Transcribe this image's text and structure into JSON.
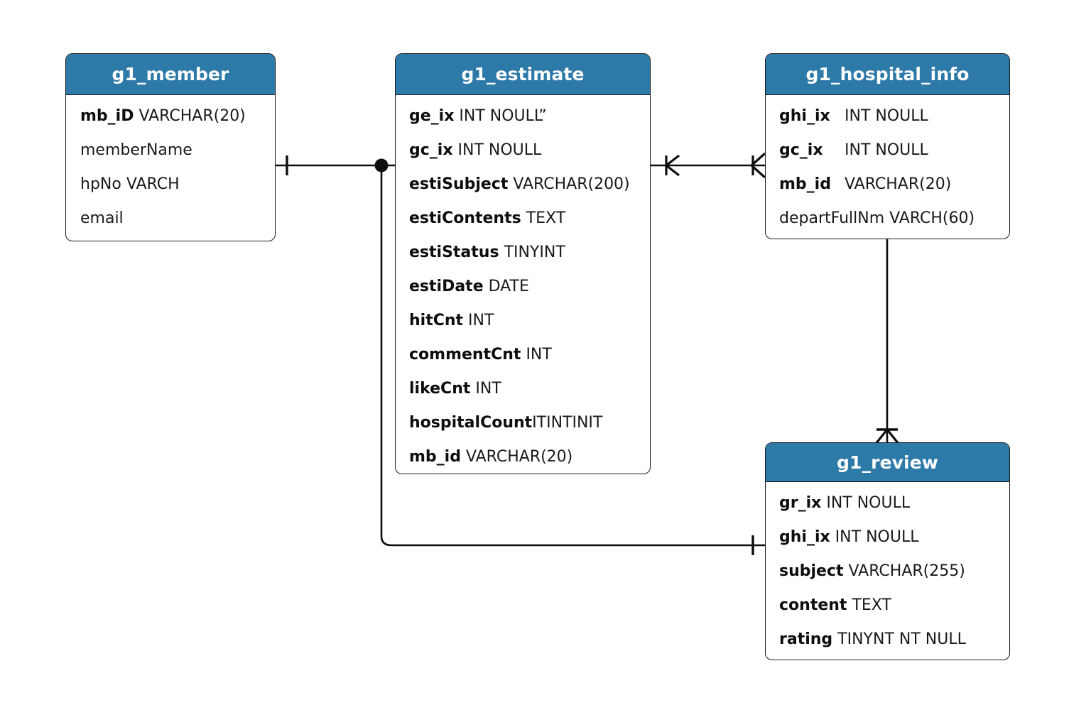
{
  "diagram": {
    "title": "g1 schema ER diagram",
    "type": "entity-relationship-diagram",
    "notation": "crow's-foot",
    "background_color": "#ffffff",
    "header_color": "#2d79a8",
    "header_text_color": "#ffffff",
    "border_color": "#1a1a1a",
    "body_color": "#ffffff"
  },
  "entities": [
    {
      "key": "member",
      "name": "g1_member",
      "attributes": [
        {
          "name": "mb_iD",
          "type": "VARCHAR(20)",
          "bold": true
        },
        {
          "name": "memberName",
          "type": "",
          "bold": false
        },
        {
          "name": "hpNo",
          "type": "VARCH",
          "bold": false
        },
        {
          "name": "email",
          "type": "",
          "bold": false
        }
      ]
    },
    {
      "key": "estimate",
      "name": "g1_estimate",
      "attributes": [
        {
          "name": "ge_ix",
          "type": "INT NOULL”",
          "bold": true
        },
        {
          "name": "gc_ix",
          "type": "INT NOULL",
          "bold": true
        },
        {
          "name": "estiSubject",
          "type": "VARCHAR(200)",
          "bold": true
        },
        {
          "name": "estiContents",
          "type": "TEXT",
          "bold": true
        },
        {
          "name": "estiStatus",
          "type": "TINYINT",
          "bold": true
        },
        {
          "name": "estiDate",
          "type": "DATE",
          "bold": true
        },
        {
          "name": "hitCnt",
          "type": "INT",
          "bold": true
        },
        {
          "name": "commentCnt",
          "type": "INT",
          "bold": true
        },
        {
          "name": "likeCnt",
          "type": "INT",
          "bold": true
        },
        {
          "name": "hospitalCount",
          "type": "ITINTINIT",
          "bold": true
        },
        {
          "name": "mb_id",
          "type": "VARCHAR(20)",
          "bold": true
        }
      ]
    },
    {
      "key": "hospital",
      "name": "g1_hospital_info",
      "attributes": [
        {
          "name": "ghi_ix",
          "type": "INT NOULL",
          "bold": true
        },
        {
          "name": "gc_ix",
          "type": "INT NOULL",
          "bold": true
        },
        {
          "name": "mb_id",
          "type": "VARCHAR(20)",
          "bold": true
        },
        {
          "name": "departFullNm",
          "type": "VARCH(60)",
          "bold": false
        }
      ]
    },
    {
      "key": "review",
      "name": "g1_review",
      "attributes": [
        {
          "name": "gr_ix",
          "type": "INT NOULL",
          "bold": true
        },
        {
          "name": "ghi_ix",
          "type": "INT NOULL",
          "bold": true
        },
        {
          "name": "subject",
          "type": "VARCHAR(255)",
          "bold": true
        },
        {
          "name": "content",
          "type": "TEXT",
          "bold": true
        },
        {
          "name": "rating",
          "type": "TINYNT NT NULL",
          "bold": true
        }
      ]
    }
  ],
  "relationships": [
    {
      "key": "member-estimate",
      "from": "g1_member",
      "to": "g1_estimate",
      "from_marker": "one",
      "to_marker": "junction-dot"
    },
    {
      "key": "estimate-hospital",
      "from": "g1_estimate",
      "to": "g1_hospital_info",
      "from_marker": "many",
      "to_marker": "many"
    },
    {
      "key": "hospital-review",
      "from": "g1_hospital_info",
      "to": "g1_review",
      "from_marker": "plain",
      "to_marker": "many-one"
    },
    {
      "key": "estimate-review",
      "from": "g1_estimate",
      "to": "g1_review",
      "from_marker": "junction-dot",
      "to_marker": "one"
    }
  ]
}
